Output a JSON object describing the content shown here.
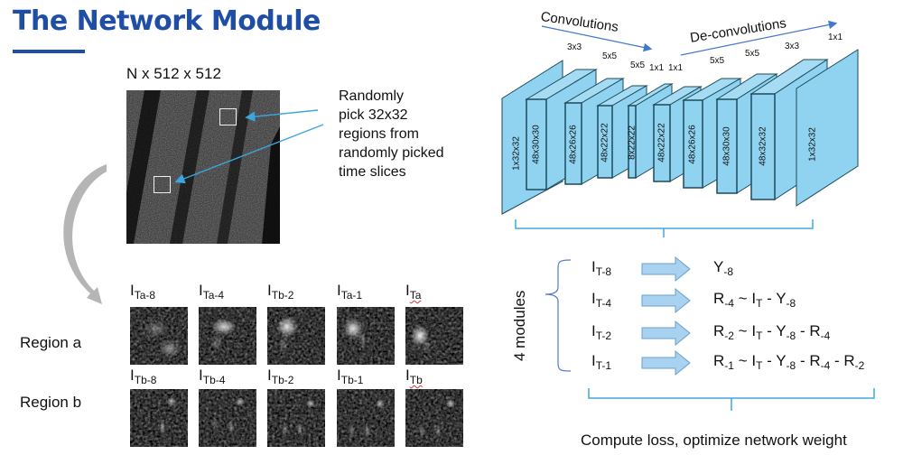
{
  "title": "The Network Module",
  "colors": {
    "title": "#1f4ea6",
    "layer_fill": "#8fd3f0",
    "layer_stroke": "#1c4a5a",
    "bracket": "#41a8e0",
    "arrow_fill": "#a9d2f0"
  },
  "left_panel": {
    "dims_label": "N x 512 x 512",
    "callout_lines": [
      "Randomly",
      "pick 32x32",
      "regions from",
      "randomly picked",
      "time slices"
    ],
    "region_a_label": "Region a",
    "region_b_label": "Region b",
    "region_a_frames": [
      {
        "base": "I",
        "sub": "Ta-8"
      },
      {
        "base": "I",
        "sub": "Ta-4"
      },
      {
        "base": "I",
        "sub": "Tb-2"
      },
      {
        "base": "I",
        "sub": "Ta-1"
      },
      {
        "base": "I",
        "sub": "Ta"
      }
    ],
    "region_b_frames": [
      {
        "base": "I",
        "sub": "Tb-8"
      },
      {
        "base": "I",
        "sub": "Tb-4"
      },
      {
        "base": "I",
        "sub": "Tb-2"
      },
      {
        "base": "I",
        "sub": "Tb-1"
      },
      {
        "base": "I",
        "sub": "Tb"
      }
    ]
  },
  "network": {
    "conv_label": "Convolutions",
    "deconv_label": "De-convolutions",
    "kernel_sizes": [
      "3x3",
      "5x5",
      "5x5",
      "1x1",
      "1x1",
      "5x5",
      "5x5",
      "3x3",
      "1x1"
    ],
    "layers": [
      "1x32x32",
      "48x30x30",
      "48x26x26",
      "48x22x22",
      "8x22x22",
      "48x22x22",
      "48x26x26",
      "48x30x30",
      "48x32x32",
      "1x32x32"
    ]
  },
  "modules": {
    "label": "4 modules",
    "rows": [
      {
        "input": {
          "base": "I",
          "sub": "T-8"
        },
        "output": [
          {
            "t": "Y"
          },
          {
            "s": "-8"
          }
        ]
      },
      {
        "input": {
          "base": "I",
          "sub": "T-4"
        },
        "output": [
          {
            "t": "R"
          },
          {
            "s": "-4"
          },
          {
            "t": " ~ I"
          },
          {
            "s": "T"
          },
          {
            "t": " - Y"
          },
          {
            "s": "-8"
          }
        ]
      },
      {
        "input": {
          "base": "I",
          "sub": "T-2"
        },
        "output": [
          {
            "t": "R"
          },
          {
            "s": "-2"
          },
          {
            "t": " ~ I"
          },
          {
            "s": "T"
          },
          {
            "t": " - Y"
          },
          {
            "s": "-8"
          },
          {
            "t": " - R"
          },
          {
            "s": "-4"
          }
        ]
      },
      {
        "input": {
          "base": "I",
          "sub": "T-1"
        },
        "output": [
          {
            "t": "R"
          },
          {
            "s": "-1"
          },
          {
            "t": " ~ I"
          },
          {
            "s": "T"
          },
          {
            "t": " - Y"
          },
          {
            "s": "-8"
          },
          {
            "t": " - R"
          },
          {
            "s": "-4"
          },
          {
            "t": " - R"
          },
          {
            "s": "-2"
          }
        ]
      }
    ],
    "footer": "Compute loss, optimize network weight"
  }
}
